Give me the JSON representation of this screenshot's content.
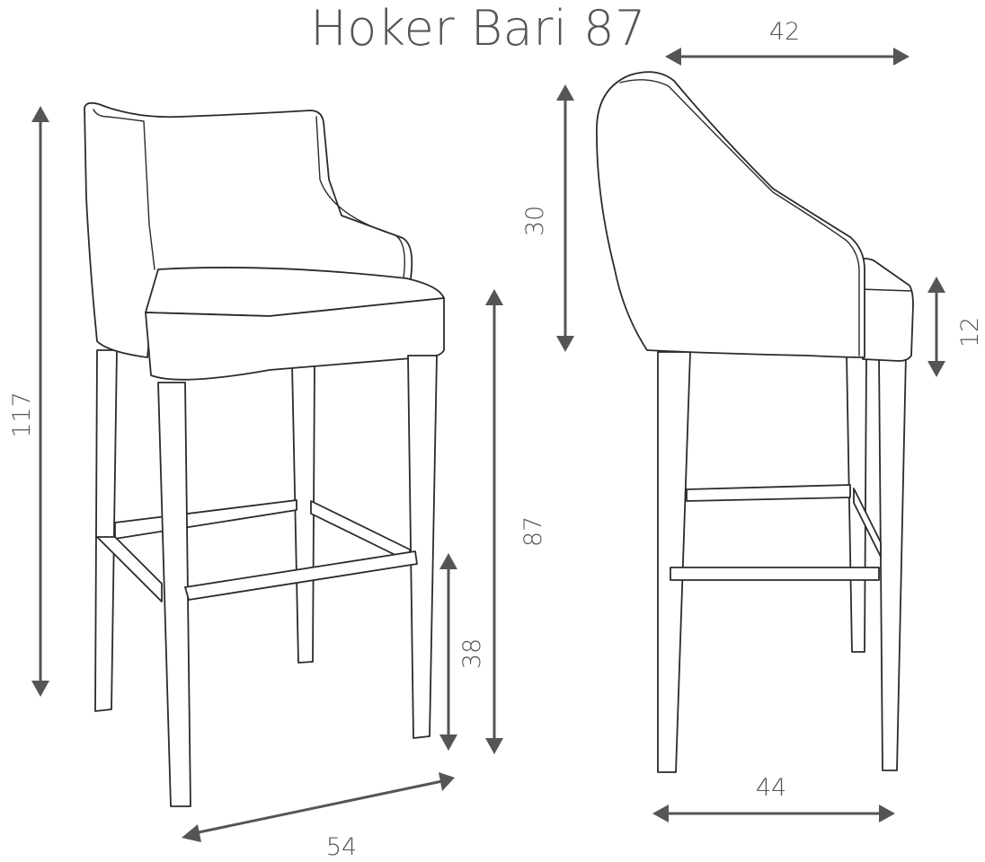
{
  "title": "Hoker Bari 87",
  "colors": {
    "dimension": "#555555",
    "outline": "#2b2b2b",
    "background": "#ffffff"
  },
  "dimensions": {
    "total_height": "117",
    "depth": "54",
    "back_height": "30",
    "seat_height": "87",
    "footrest_height": "38",
    "top_width": "42",
    "seat_cushion": "12",
    "base_width": "44"
  }
}
